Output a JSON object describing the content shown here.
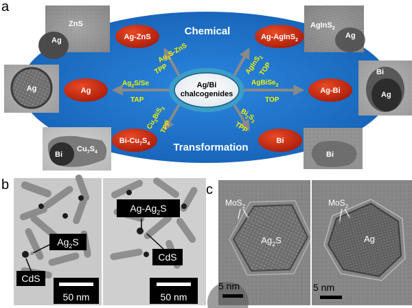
{
  "panel_a": {
    "letter": "a",
    "title_top": "Chemical",
    "title_bottom": "Transformation",
    "center": {
      "line1": "Ag/Bi",
      "line2": "chalcogenides"
    },
    "colors": {
      "ellipse": "#1a6fc4",
      "node": "#c22a10",
      "reagent": "#f2f200",
      "arrow": "#8a8a8a"
    },
    "nodes": [
      {
        "id": "ag-zns",
        "text": "Ag-ZnS"
      },
      {
        "id": "ag",
        "text": "Ag"
      },
      {
        "id": "bi-cu7s4",
        "text": "Bi-Cu",
        "sub": "7",
        "post": "S",
        "sub2": "4"
      },
      {
        "id": "ag-agins2",
        "text": "Ag-AgInS",
        "sub": "2"
      },
      {
        "id": "ag-bi",
        "text": "Ag-Bi"
      },
      {
        "id": "bi",
        "text": "Bi"
      }
    ],
    "reagents": [
      {
        "id": "ag2s-zns",
        "l1": "Ag",
        "s1": "2",
        "l1b": "S-ZnS",
        "l2": "TPP"
      },
      {
        "id": "ag2s-se",
        "l1": "Ag",
        "s1": "2",
        "l1b": "S/Se",
        "l2": "TAP"
      },
      {
        "id": "cu3bis3",
        "l1": "Cu",
        "s1": "3",
        "l1b": "BiS",
        "s2": "3",
        "l2": "TPP"
      },
      {
        "id": "agins2",
        "l1": "AgInS",
        "s1": "2",
        "l1b": "",
        "l2": "TOP"
      },
      {
        "id": "agbise2",
        "l1": "AgBiSe",
        "s1": "2",
        "l1b": "",
        "l2": "TOP"
      },
      {
        "id": "bi2s3",
        "l1": "Bi",
        "s1": "2",
        "l1b": "S",
        "s2": "3",
        "l2": "TPP"
      }
    ],
    "tem_labels": {
      "zns_top": "ZnS",
      "zns_ag": "Ag",
      "agins2_a": "AgInS",
      "agins2_sub": "2",
      "agins2_ag": "Ag",
      "ag_left": "Ag",
      "bi_right": "Bi",
      "ag_right": "Ag",
      "bi_bl": "Bi",
      "cu7s4": "Cu",
      "cu7s4_sub": "7",
      "cu7s4_s": "S",
      "cu7s4_sub2": "4",
      "bi_br": "Bi"
    }
  },
  "panel_b": {
    "letter": "b",
    "labels": {
      "ag2s_left": "Ag",
      "ag2s_left_sub": "2",
      "ag2s_left_s": "S",
      "cds_left": "CdS",
      "ag_ag2s": "Ag-Ag",
      "ag_ag2s_sub": "2",
      "ag_ag2s_s": "S",
      "cds_right": "CdS"
    },
    "scale_left": "50 nm",
    "scale_right": "50 nm"
  },
  "panel_c": {
    "letter": "c",
    "labels": {
      "mos2_l": "MoS",
      "mos2_l_sub": "2",
      "ag2s": "Ag",
      "ag2s_sub": "2",
      "ag2s_s": "S",
      "mos2_r": "MoS",
      "mos2_r_sub": "2",
      "ag": "Ag"
    },
    "scale_left": "5 nm",
    "scale_right": "5 nm"
  }
}
